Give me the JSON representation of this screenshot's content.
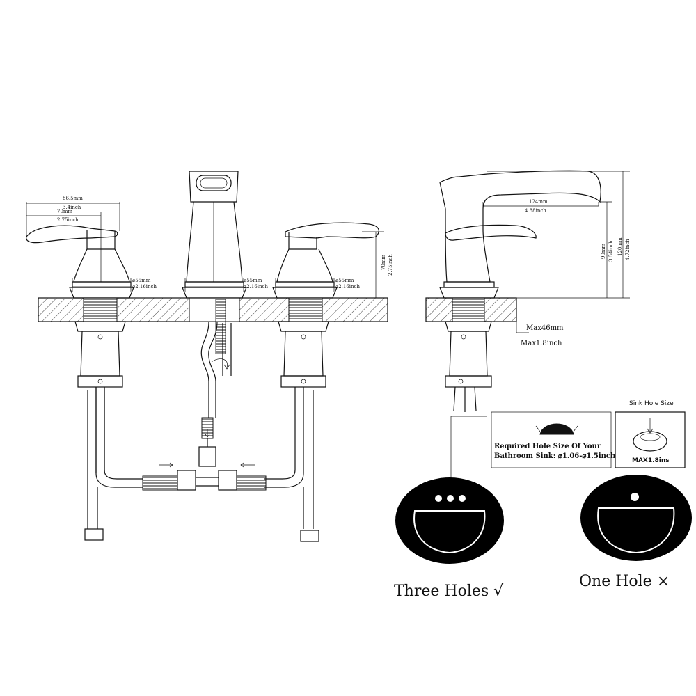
{
  "front_view": {
    "handle_width_mm": "86.5mm",
    "handle_width_in": "3.4inch",
    "handle_reach_mm": "70mm",
    "handle_reach_in": "2.75inch",
    "base_diameter_mm": "⌀55mm",
    "base_diameter_in": "⌀2.16inch",
    "height_mm": "70mm",
    "height_in": "2.75inch"
  },
  "side_view": {
    "spout_reach_mm": "124mm",
    "spout_reach_in": "4.88inch",
    "spout_height_mm": "90mm",
    "spout_height_in": "3.54inch",
    "total_height_mm": "120mm",
    "total_height_in": "4.72inch",
    "deck_max_mm": "Max46mm",
    "deck_max_in": "Max1.8inch"
  },
  "hole_requirement": {
    "line1": "Required Hole Size Of Your",
    "line2": "Bathroom Sink: ⌀1.06-⌀1.5inch"
  },
  "sink_hole_size": {
    "title": "Sink Hole Size",
    "max_label": "MAX1.8ins"
  },
  "sinks": {
    "three_holes": "Three Holes √",
    "one_hole": "One Hole ×"
  },
  "colors": {
    "line": "#111111",
    "background": "#ffffff",
    "sink_fill": "#000000"
  }
}
